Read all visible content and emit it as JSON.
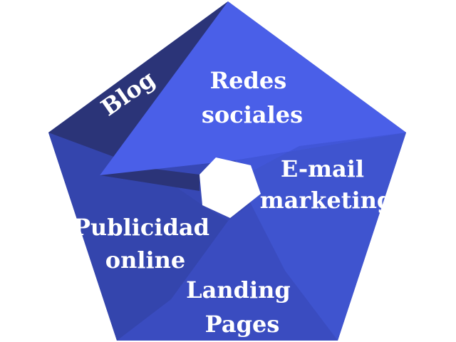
{
  "diagram": {
    "segments": [
      {
        "id": "blog",
        "label_lines": [
          "Blog"
        ],
        "color": "#2b3478"
      },
      {
        "id": "redes",
        "label_lines": [
          "Redes",
          "sociales"
        ],
        "color": "#4a5fe8"
      },
      {
        "id": "email",
        "label_lines": [
          "E-mail",
          "marketing"
        ],
        "color": "#3f54cf"
      },
      {
        "id": "landing",
        "label_lines": [
          "Landing",
          "Pages"
        ],
        "color": "#3a4cc0"
      },
      {
        "id": "publicidad",
        "label_lines": [
          "Publicidad",
          "online"
        ],
        "color": "#3445ad"
      }
    ],
    "center_color": "#ffffff",
    "text_color": "#ffffff"
  }
}
